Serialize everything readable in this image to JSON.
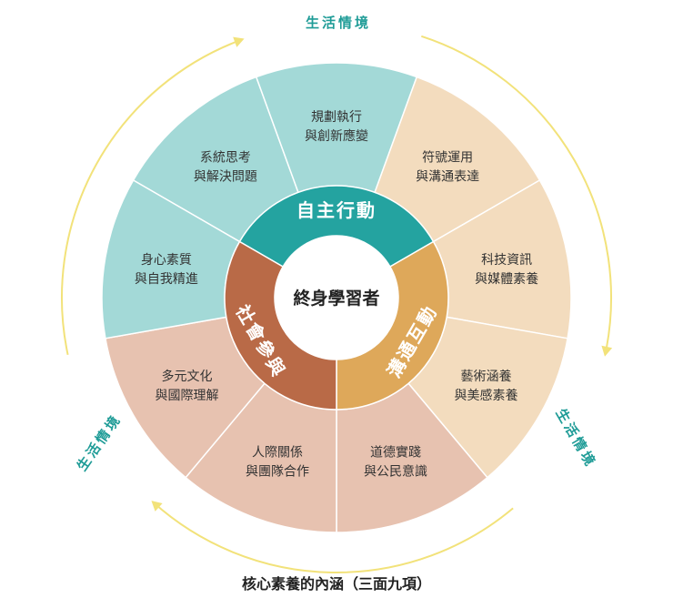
{
  "context_label": "生活情境",
  "core": "終身學習者",
  "caption": "核心素養的內涵（三面九項）",
  "dimensions": [
    {
      "id": "self",
      "label": "自主行動",
      "color": "#24a3a0",
      "outer_color": "#a3d9d7"
    },
    {
      "id": "comm",
      "label": "溝通互動",
      "color": "#dea85a",
      "outer_color": "#f3dcbe"
    },
    {
      "id": "social",
      "label": "社會參與",
      "color": "#b96a47",
      "outer_color": "#e7c2b0"
    }
  ],
  "items": [
    {
      "line1": "系統思考",
      "line2": "與解決問題",
      "dimension": "self"
    },
    {
      "line1": "規劃執行",
      "line2": "與創新應變",
      "dimension": "self"
    },
    {
      "line1": "符號運用",
      "line2": "與溝通表達",
      "dimension": "comm"
    },
    {
      "line1": "科技資訊",
      "line2": "與媒體素養",
      "dimension": "comm"
    },
    {
      "line1": "藝術涵養",
      "line2": "與美感素養",
      "dimension": "comm"
    },
    {
      "line1": "道德實踐",
      "line2": "與公民意識",
      "dimension": "social"
    },
    {
      "line1": "人際關係",
      "line2": "與團隊合作",
      "dimension": "social"
    },
    {
      "line1": "多元文化",
      "line2": "與國際理解",
      "dimension": "social"
    },
    {
      "line1": "身心素質",
      "line2": "與自我精進",
      "dimension": "self"
    }
  ],
  "colors": {
    "context_text": "#1f9c97",
    "arrow": "#f2e27a",
    "core_text": "#222222",
    "item_text": "#333333",
    "separator": "#ffffff"
  }
}
